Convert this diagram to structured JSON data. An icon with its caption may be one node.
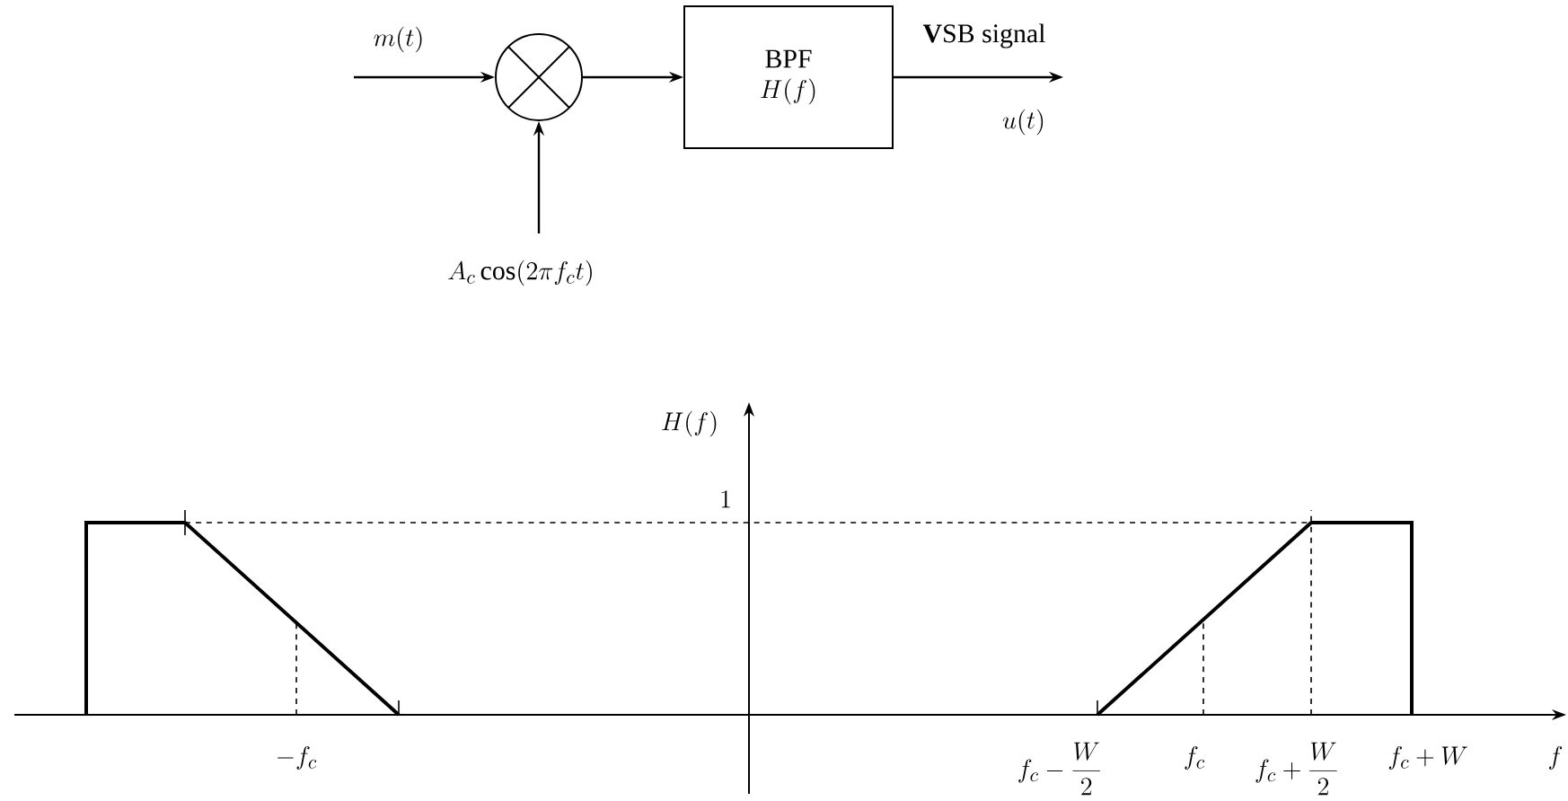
{
  "diagram": {
    "nodes": [
      {
        "text": [],
        "shape": "circle"
      },
      {
        "text": [
          "BPF",
          "H(f)"
        ]
      }
    ],
    "edges": [
      {
        "from": null,
        "to": 0,
        "arrow": "to",
        "label": "m(t)"
      },
      {
        "from": null,
        "to": 0,
        "arrow": "to",
        "label": "A_c \\cos(2\\pi f_c t)"
      },
      {
        "from": 0,
        "to": 1,
        "arrow": "to"
      },
      {
        "from": 1,
        "to": null,
        "arrow": "to",
        "label": "**V**SB signal"
      }
    ],
    "labels": [
      "u(t)",
      "H(f)",
      "1",
      "-f_c",
      "f_c - \\frac{W}{2}",
      "f_c",
      "f_c + \\frac{W}{2}",
      "f_c + W",
      "f"
    ]
  }
}
